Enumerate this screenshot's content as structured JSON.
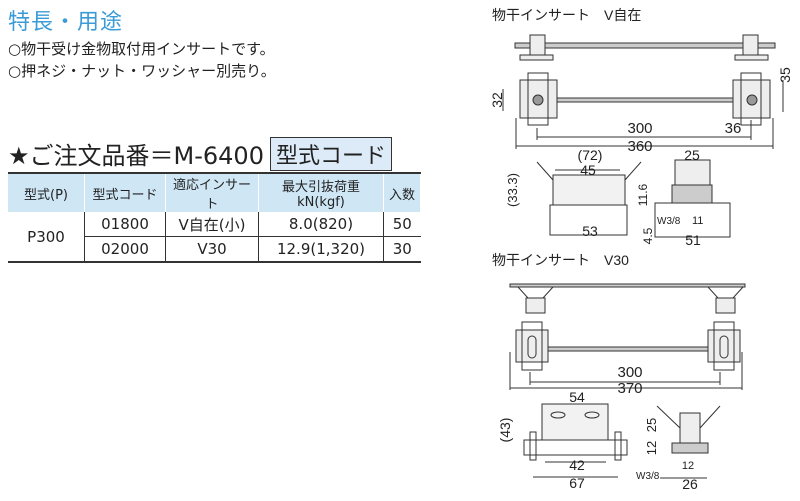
{
  "features": {
    "title": "特長・用途",
    "items": [
      "○物干受け金物取付用インサートです。",
      "○押ネジ・ナット・ワッシャー別売り。"
    ]
  },
  "order": {
    "label": "★ご注文品番＝M-6400",
    "code_box": "型式コード"
  },
  "table": {
    "headers": [
      "型式(P)",
      "型式コード",
      "適応インサート",
      "最大引抜荷重kN(kgf)",
      "入数"
    ],
    "model": "P300",
    "rows": [
      {
        "code": "01800",
        "insert": "V自在(小)",
        "load": "8.0(820)",
        "qty": "50"
      },
      {
        "code": "02000",
        "insert": "V30",
        "load": "12.9(1,320)",
        "qty": "30"
      }
    ]
  },
  "drawing1": {
    "title": "物干インサート　V自在",
    "dims": {
      "d32": "32",
      "d35": "35",
      "d300": "300",
      "d36": "36",
      "d360": "360",
      "d72": "(72)",
      "d45": "45",
      "d333": "(33.3)",
      "d53": "53",
      "d25": "25",
      "d116": "11.6",
      "w38": "W3/8",
      "d11": "11",
      "d45b": "4.5",
      "d51": "51"
    }
  },
  "drawing2": {
    "title": "物干インサート　V30",
    "dims": {
      "d300": "300",
      "d370": "370",
      "d54": "54",
      "d43": "(43)",
      "d42": "42",
      "d67": "67",
      "d25": "25",
      "d12": "12",
      "w38": "W3/8",
      "d12b": "12",
      "d26": "26"
    }
  }
}
